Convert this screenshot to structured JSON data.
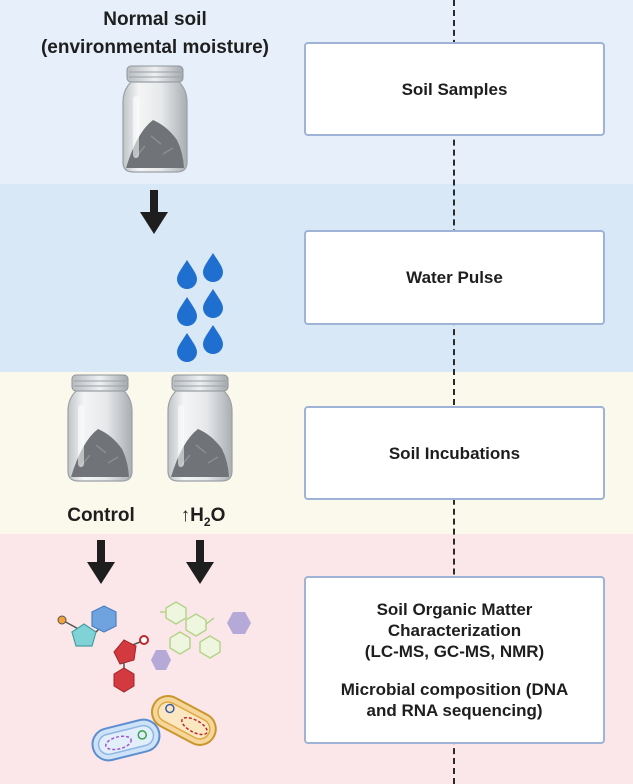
{
  "colors": {
    "band_samples": "#e7f0fa",
    "band_water": "#d8e8f6",
    "band_incubation": "#fbf8ec",
    "band_characterization": "#fbe7e9",
    "box_border": "#9fb3d6",
    "water_drop": "#1f6fd1",
    "arrow": "#1e1e1e"
  },
  "icons": [
    "jar-icon",
    "arrow-down-icon",
    "water-drop-icon",
    "molecule-icon",
    "bacteria-icon"
  ],
  "left": {
    "normal_soil_line1": "Normal soil",
    "normal_soil_line2": "(environmental moisture)",
    "control_label": "Control",
    "h2o_arrow": "↑",
    "h2o_main": "H",
    "h2o_sub": "2",
    "h2o_end": "O"
  },
  "steps": {
    "samples": "Soil Samples",
    "water_pulse": "Water Pulse",
    "incubations": "Soil Incubations",
    "characterization_line1": "Soil Organic Matter",
    "characterization_line2": "Characterization",
    "characterization_line3": "(LC-MS, GC-MS, NMR)",
    "microbial_line1": "Microbial composition (DNA",
    "microbial_line2": "and RNA sequencing)"
  }
}
